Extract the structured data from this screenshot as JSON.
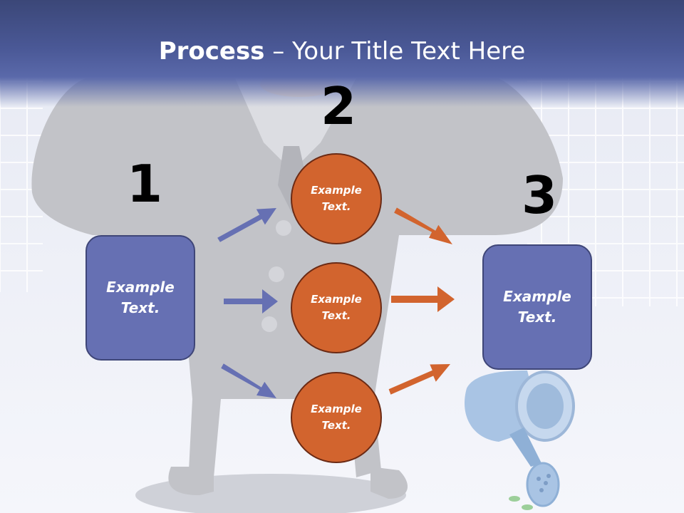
{
  "title": {
    "bold": "Process",
    "rest": " – Your Title Text Here"
  },
  "steps": {
    "one": "1",
    "two": "2",
    "three": "3"
  },
  "boxes": {
    "left": "Example Text.",
    "right": "Example Text."
  },
  "circles": {
    "top": "Example Text.",
    "middle": "Example Text.",
    "bottom": "Example Text."
  },
  "colors": {
    "header": "#4a5896",
    "box": "#6670b3",
    "circle": "#d2642e",
    "arrow_blue": "#6670b3",
    "arrow_orange": "#d2642e"
  }
}
